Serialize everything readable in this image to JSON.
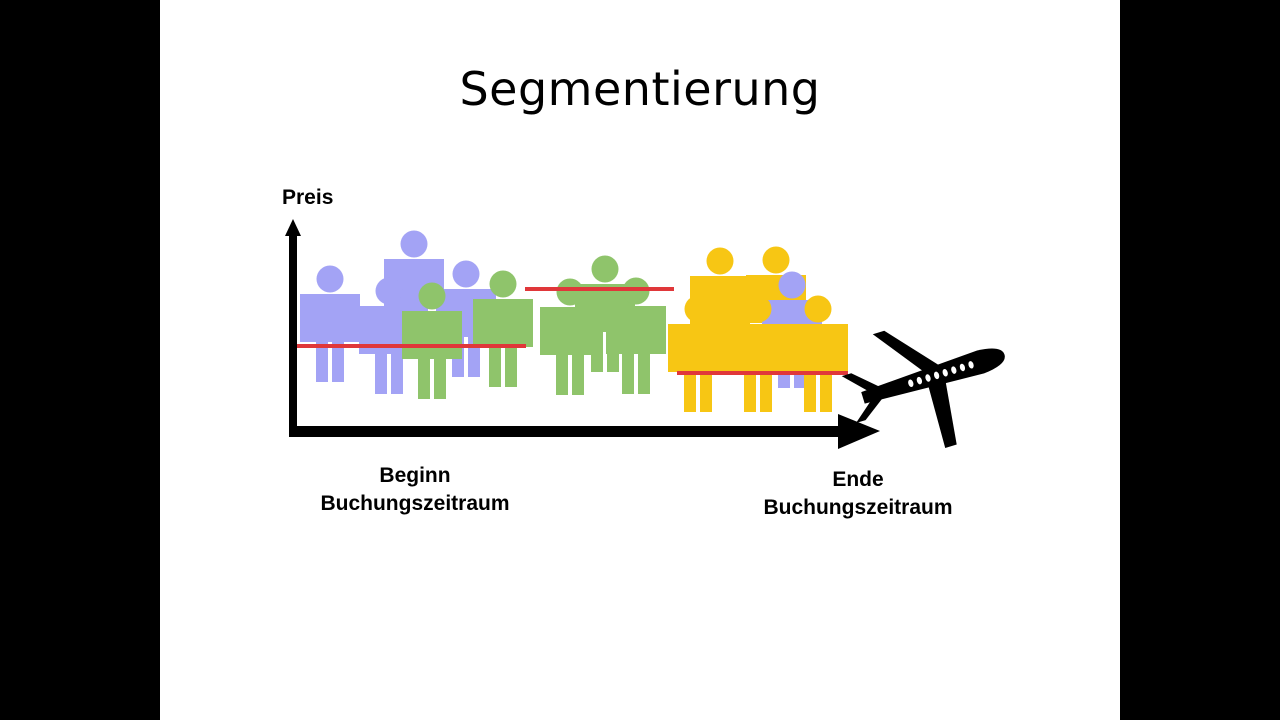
{
  "slide": {
    "title": "Segmentierung",
    "y_axis_label": "Preis",
    "x_start_label_line1": "Beginn",
    "x_start_label_line2": "Buchungszeitraum",
    "x_end_label_line1": "Ende",
    "x_end_label_line2": "Buchungszeitraum"
  },
  "colors": {
    "background": "#000000",
    "slide": "#ffffff",
    "early_booker_figures": "#a3a3f5",
    "mid_booker_figures": "#8fc46b",
    "late_booker_figures": "#f7c614",
    "price_line": "#e0373a",
    "axis": "#000000",
    "airplane": "#000000"
  },
  "icons": [
    "person-icon",
    "airplane-icon",
    "arrow-up-icon",
    "arrow-right-icon"
  ]
}
